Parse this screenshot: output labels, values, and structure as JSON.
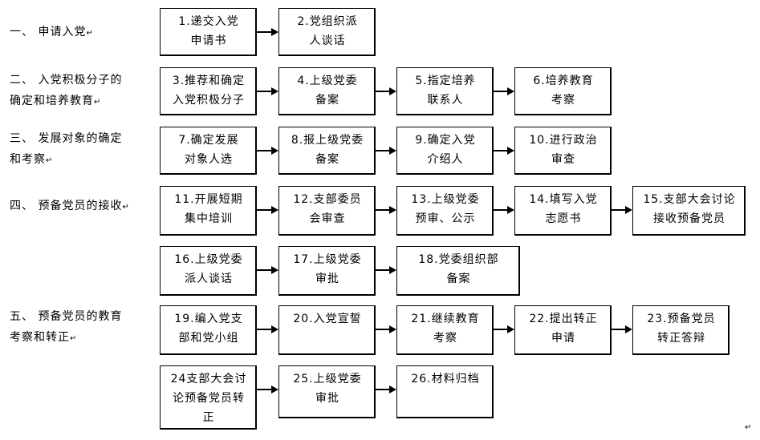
{
  "stages": [
    {
      "text": "一、 申请入党",
      "mark": "↵"
    },
    {
      "text": "二、 入党积极分子的确定和培养教育",
      "mark": "↵"
    },
    {
      "text": "三、 发展对象的确定和考察",
      "mark": "↵"
    },
    {
      "text": "四、 预备党员的接收",
      "mark": "↵"
    },
    {
      "text": "五、 预备党员的教育考察和转正",
      "mark": "↵"
    }
  ],
  "steps": [
    {
      "l1": "1.递交入党",
      "l2": "申请书"
    },
    {
      "l1": "2.党组织派",
      "l2": "人谈话"
    },
    {
      "l1": "3.推荐和确定",
      "l2": "入党积极分子"
    },
    {
      "l1": "4.上级党委",
      "l2": "备案"
    },
    {
      "l1": "5.指定培养",
      "l2": "联系人"
    },
    {
      "l1": "6.培养教育",
      "l2": "考察"
    },
    {
      "l1": "7.确定发展",
      "l2": "对象人选"
    },
    {
      "l1": "8.报上级党委",
      "l2": "备案"
    },
    {
      "l1": "9.确定入党",
      "l2": "介绍人"
    },
    {
      "l1": "10.进行政治",
      "l2": "审查"
    },
    {
      "l1": "11.开展短期",
      "l2": "集中培训"
    },
    {
      "l1": "12.支部委员",
      "l2": "会审查"
    },
    {
      "l1": "13.上级党委",
      "l2": "预审、公示"
    },
    {
      "l1": "14.填写入党",
      "l2": "志愿书"
    },
    {
      "l1": "15.支部大会讨论",
      "l2": "接收预备党员"
    },
    {
      "l1": "16.上级党委",
      "l2": "派人谈话"
    },
    {
      "l1": "17.上级党委",
      "l2": "审批"
    },
    {
      "l1": "18.党委组织部",
      "l2": "备案"
    },
    {
      "l1": "19.编入党支",
      "l2": "部和党小组"
    },
    {
      "l1": "20.入党宣誓",
      "l2": ""
    },
    {
      "l1": "21.继续教育",
      "l2": "考察"
    },
    {
      "l1": "22.提出转正",
      "l2": "申请"
    },
    {
      "l1": "23.预备党员",
      "l2": "转正答辩"
    },
    {
      "l1": "24支部大会讨",
      "l2": "论预备党员转",
      "l3": "正"
    },
    {
      "l1": "25.上级党委",
      "l2": "审批"
    },
    {
      "l1": "26.材料归档",
      "l2": ""
    }
  ],
  "end_mark": "↵"
}
